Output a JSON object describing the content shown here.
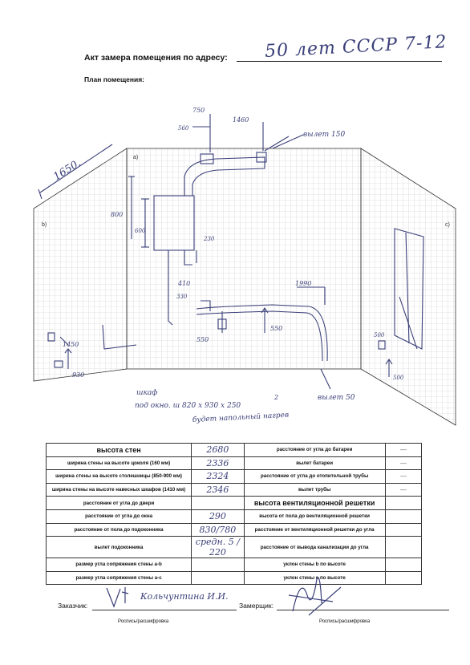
{
  "header": {
    "title": "Акт замера помещения по адресу:",
    "address": "50 лет СССР 7-12",
    "plan_label": "План помещения:"
  },
  "plan": {
    "wall_a": "а)",
    "wall_b": "b)",
    "wall_c": "с)",
    "dimensions": {
      "d1650": "1650.",
      "d750": "750",
      "d560": "560",
      "d1460": "1460",
      "outlet150": "вылет 150",
      "d800": "800",
      "d600": "600",
      "d230": "230",
      "d410": "410",
      "d330": "330",
      "d550a": "550",
      "d550b": "550",
      "d1990": "1990",
      "d1450": "1450",
      "d930": "930",
      "d500a": "500",
      "d500b": "500",
      "outlet50": "вылет 50"
    },
    "notes": {
      "line1": "шкаф",
      "line2": "под окно. ш 820 х 930 х 250",
      "line3": "будет напольный нагрев",
      "small": "2"
    }
  },
  "table": {
    "rows": [
      {
        "l1": "высота стен",
        "v1": "2680",
        "l2": "расстояние от угла до батареи",
        "v2": "—"
      },
      {
        "l1": "ширина стены на высоте цоколя (160 мм)",
        "v1": "2336",
        "l2": "вылет батареи",
        "v2": "—"
      },
      {
        "l1": "ширина стены на высоте столешницы (850-900 мм)",
        "v1": "2324",
        "l2": "расстояние от угла до отопительной трубы",
        "v2": "—"
      },
      {
        "l1": "ширина стены на высоте навесных шкафов (1410 мм)",
        "v1": "2346",
        "l2": "вылет трубы",
        "v2": "—"
      },
      {
        "l1": "расстояние от угла до двери",
        "v1": "",
        "l2": "высота вентиляционной решетки",
        "v2": ""
      },
      {
        "l1": "расстояние от угла до окна",
        "v1": "290",
        "l2": "высота от пола до вентиляционной решетки",
        "v2": ""
      },
      {
        "l1": "расстояние от пола до подоконника",
        "v1": "830/780",
        "l2": "расстояние от вентиляционной решетки до угла",
        "v2": ""
      },
      {
        "l1": "вылет подоконника",
        "v1": "средн. 5 / 220",
        "l2": "расстояние от вывода канализации до угла",
        "v2": ""
      },
      {
        "l1": "размер угла сопряжения стены a-b",
        "v1": "",
        "l2": "уклон стены b по высоте",
        "v2": ""
      },
      {
        "l1": "размер угла сопряжения стены a-c",
        "v1": "",
        "l2": "уклон стены c по высоте",
        "v2": ""
      }
    ]
  },
  "signatures": {
    "customer_label": "Заказчик:",
    "customer_value": "Кольчунтина И.И.",
    "measurer_label": "Замерщик:",
    "sub_label_left": "Роспись/расшифровка",
    "sub_label_right": "Роспись/расшифровка"
  },
  "colors": {
    "ink": "#3a3f78",
    "grid": "#c8c8c8"
  }
}
